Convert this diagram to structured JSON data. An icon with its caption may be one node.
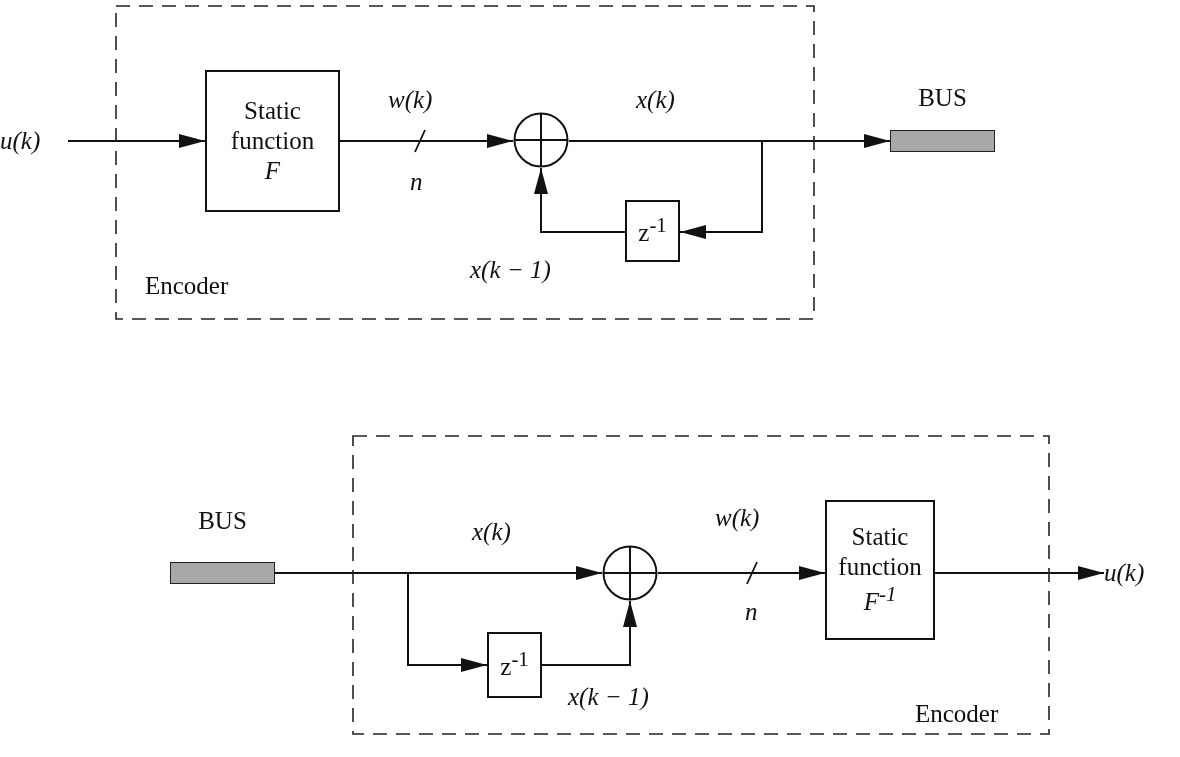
{
  "diagram": {
    "nodes": [
      {
        "text": [
          "Encoder"
        ]
      },
      {
        "text": [
          "u(k)"
        ]
      },
      {
        "text": [
          "Static function",
          "F"
        ],
        "in": 0
      },
      {
        "text": [],
        "shape": "circle",
        "in": 0
      },
      {
        "text": [
          "z$^{-1}$"
        ],
        "in": 0
      },
      {
        "text": [
          "BUS"
        ]
      },
      {
        "text": [
          "Encoder"
        ]
      },
      {
        "text": [
          "BUS"
        ]
      },
      {
        "text": [
          "z$^{-1}$"
        ],
        "in": 6
      },
      {
        "text": [],
        "shape": "circle",
        "in": 6
      },
      {
        "text": [
          "Static function",
          "F$^{-1}$"
        ],
        "in": 6
      },
      {
        "text": [
          "u(k)"
        ]
      }
    ],
    "edges": [
      {
        "from": 1,
        "to": 2,
        "arrow": "to"
      },
      {
        "from": 2,
        "to": 3,
        "arrow": "to",
        "label": "w(k)"
      },
      {
        "from": 3,
        "to": 5,
        "arrow": "to",
        "label": "x(k)"
      },
      {
        "from": 3,
        "to": 4,
        "arrow": "to"
      },
      {
        "from": 4,
        "to": 3,
        "arrow": "to",
        "label": "x(k − 1)"
      },
      {
        "from": 7,
        "to": 9,
        "arrow": "to",
        "label": "x(k)"
      },
      {
        "from": 7,
        "to": 8,
        "arrow": "to"
      },
      {
        "from": 8,
        "to": 9,
        "arrow": "to",
        "label": "x(k − 1)"
      },
      {
        "from": 9,
        "to": 10,
        "arrow": "to",
        "label": "w(k)"
      },
      {
        "from": 10,
        "to": 11,
        "arrow": "to"
      }
    ],
    "labels": [
      "n",
      "n"
    ]
  }
}
